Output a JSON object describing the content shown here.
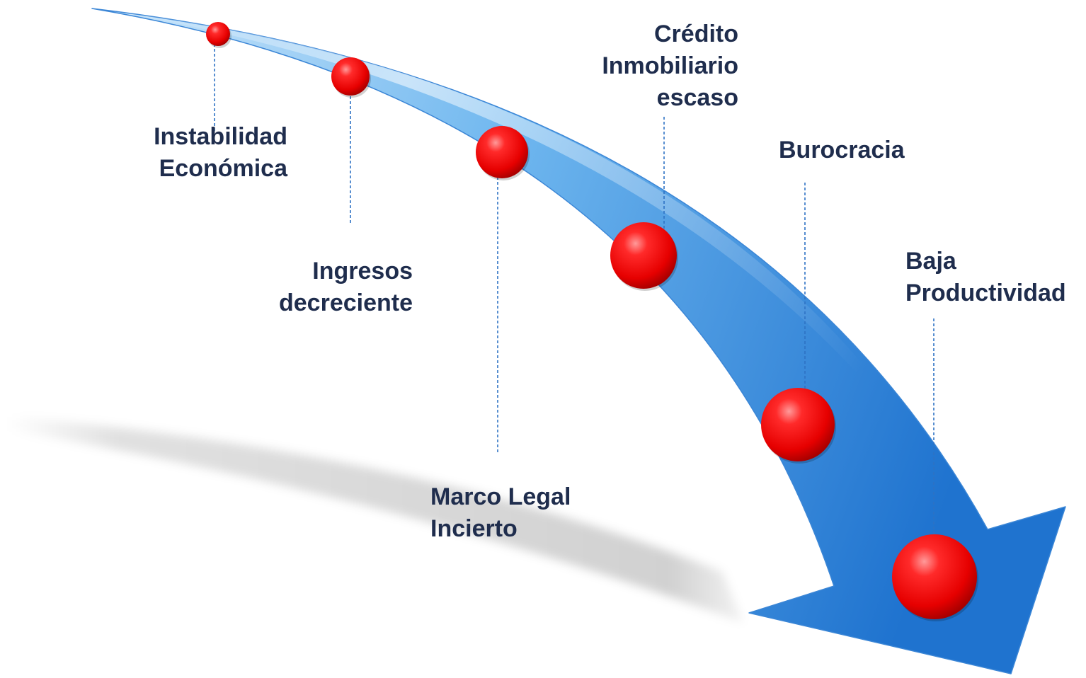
{
  "colors": {
    "arrow_light": "#cfe8fb",
    "arrow_mid": "#6fb7ef",
    "arrow_dark": "#1f73cf",
    "marker": "#ff0000",
    "leader_line": "#2e72c4",
    "label_text": "#1f2d4d"
  },
  "diagram": {
    "shape": "curved-down-arrow",
    "marker_icon": "red-sphere",
    "labels": [
      {
        "lines": [
          "Instabilidad",
          "Económica"
        ]
      },
      {
        "lines": [
          "Ingresos",
          "decreciente"
        ]
      },
      {
        "lines": [
          "Marco Legal",
          "Incierto"
        ]
      },
      {
        "lines": [
          "Crédito",
          "Inmobiliario",
          "escaso"
        ]
      },
      {
        "lines": [
          "Burocracia"
        ]
      },
      {
        "lines": [
          "Baja",
          "Productividad"
        ]
      }
    ]
  }
}
